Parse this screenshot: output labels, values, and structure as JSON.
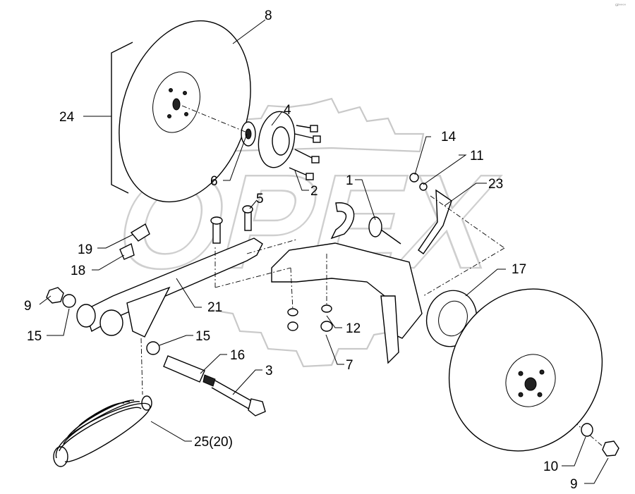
{
  "corner_mark": "ᴳᴾ°°°°",
  "watermark_text": "OPEX",
  "callouts": [
    {
      "id": "8",
      "text": "8"
    },
    {
      "id": "24",
      "text": "24"
    },
    {
      "id": "4",
      "text": "4"
    },
    {
      "id": "6",
      "text": "6"
    },
    {
      "id": "2",
      "text": "2"
    },
    {
      "id": "14",
      "text": "14"
    },
    {
      "id": "11",
      "text": "11"
    },
    {
      "id": "1",
      "text": "1"
    },
    {
      "id": "23",
      "text": "23"
    },
    {
      "id": "5",
      "text": "5"
    },
    {
      "id": "19",
      "text": "19"
    },
    {
      "id": "18",
      "text": "18"
    },
    {
      "id": "17",
      "text": "17"
    },
    {
      "id": "9a",
      "text": "9"
    },
    {
      "id": "21",
      "text": "21"
    },
    {
      "id": "12",
      "text": "12"
    },
    {
      "id": "15a",
      "text": "15"
    },
    {
      "id": "15b",
      "text": "15"
    },
    {
      "id": "16",
      "text": "16"
    },
    {
      "id": "7",
      "text": "7"
    },
    {
      "id": "3",
      "text": "3"
    },
    {
      "id": "25",
      "text": "25(20)"
    },
    {
      "id": "10",
      "text": "10"
    },
    {
      "id": "9b",
      "text": "9"
    }
  ]
}
